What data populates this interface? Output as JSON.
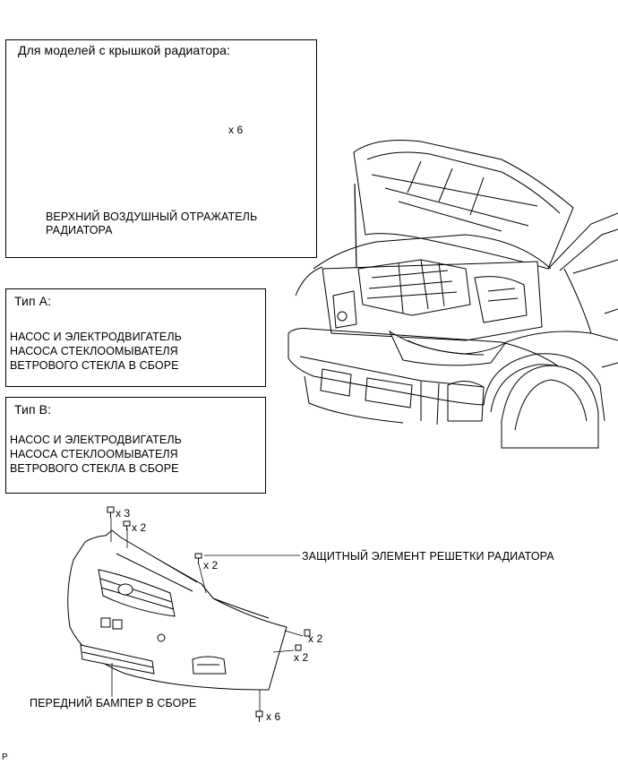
{
  "radiator_cover_box": {
    "title": "Для моделей с крышкой радиатора:",
    "qty": "x 6",
    "part_label_line1": "ВЕРХНИЙ ВОЗДУШНЫЙ ОТРАЖАТЕЛЬ",
    "part_label_line2": "РАДИАТОРА"
  },
  "type_a_box": {
    "title": "Тип А:",
    "line1": "НАСОС И ЭЛЕКТРОДВИГАТЕЛЬ",
    "line2": "НАСОСА СТЕКЛООМЫВАТЕЛЯ",
    "line3": "ВЕТРОВОГО СТЕКЛА В СБОРЕ"
  },
  "type_b_box": {
    "title": "Тип В:",
    "line1": "НАСОС И ЭЛЕКТРОДВИГАТЕЛЬ",
    "line2": "НАСОСА СТЕКЛООМЫВАТЕЛЯ",
    "line3": "ВЕТРОВОГО СТЕКЛА В СБОРЕ"
  },
  "bumper": {
    "qty_top1": "x 3",
    "qty_top2": "x 2",
    "qty_grille": "x 2",
    "qty_side1": "x 2",
    "qty_side2": "x 2",
    "qty_bottom": "x 6",
    "grille_protector_label": "ЗАЩИТНЫЙ ЭЛЕМЕНТ РЕШЕТКИ РАДИАТОРА",
    "bumper_label": "ПЕРЕДНИЙ БАМПЕР В СБОРЕ"
  },
  "corner_code": "P"
}
